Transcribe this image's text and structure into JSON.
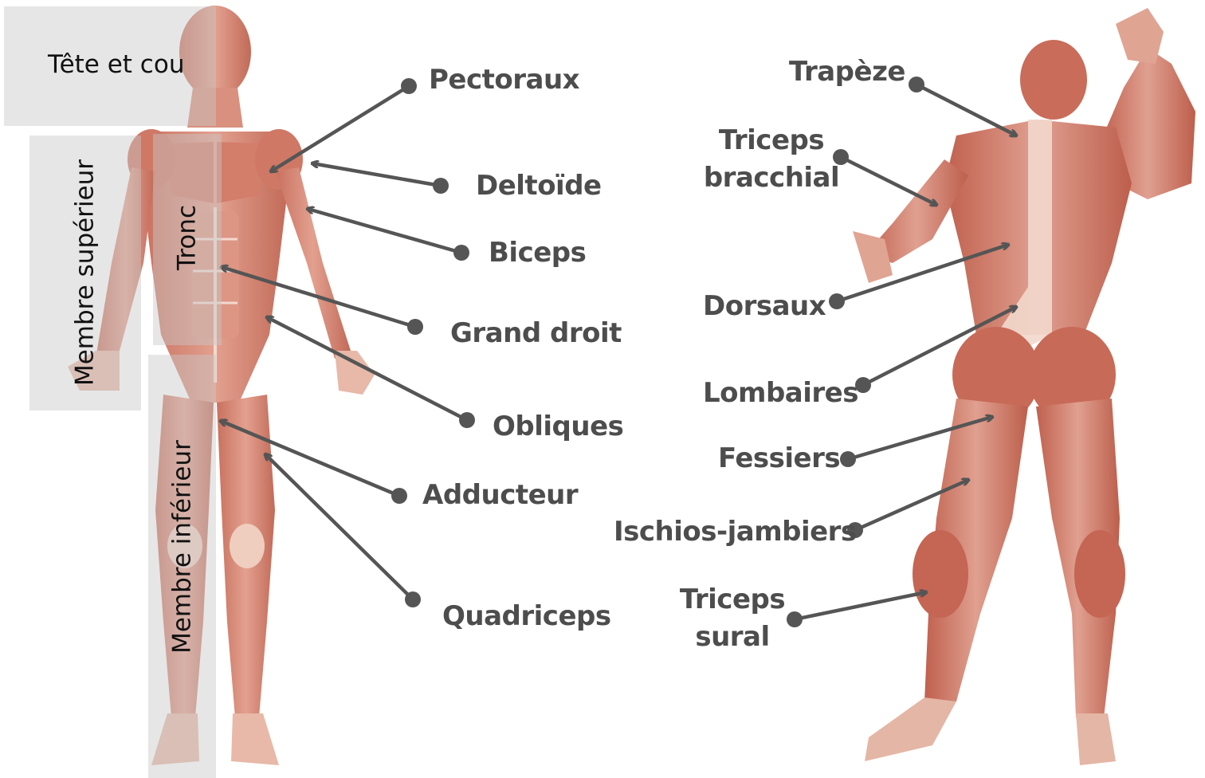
{
  "regions": {
    "head_neck": "Tête et cou",
    "upper_limb": "Membre supérieur",
    "trunk": "Tronc",
    "lower_limb": "Membre inférieur"
  },
  "front_labels": {
    "pectoraux": "Pectoraux",
    "deltoide": "Deltoïde",
    "biceps": "Biceps",
    "grand_droit": "Grand droit",
    "obliques": "Obliques",
    "adducteur": "Adducteur",
    "quadriceps": "Quadriceps"
  },
  "back_labels": {
    "trapeze": "Trapèze",
    "triceps_bracchial_1": "Triceps",
    "triceps_bracchial_2": "bracchial",
    "dorsaux": "Dorsaux",
    "lombaires": "Lombaires",
    "fessiers": "Fessiers",
    "ischios": "Ischios-jambiers",
    "triceps_sural_1": "Triceps",
    "triceps_sural_2": "sural"
  },
  "colors": {
    "label_text": "#4d4d4d",
    "pointer": "#555555",
    "muscle": "#d98c7a",
    "tendon": "#f4ddd2",
    "region_overlay": "#c8c8c8"
  }
}
